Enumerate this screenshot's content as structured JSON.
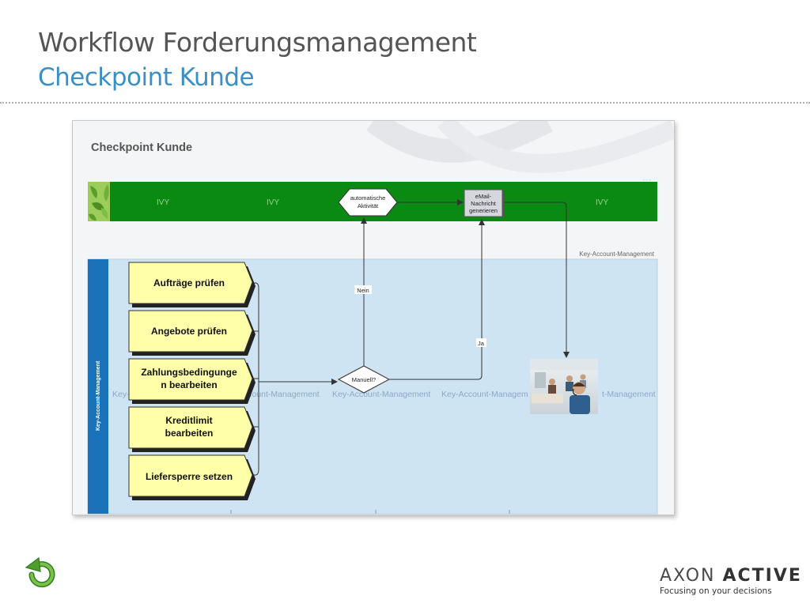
{
  "slide": {
    "title": "Workflow Forderungsmanagement",
    "subtitle": "Checkpoint Kunde"
  },
  "diagram": {
    "title": "Checkpoint Kunde",
    "tiny_marks": ". . .",
    "top_lane": {
      "labels": [
        "IVY",
        "IVY",
        "IVY"
      ],
      "automatic_activity": {
        "line1": "automatische",
        "line2": "Aktivität"
      },
      "email_box": {
        "line1": "eMail-",
        "line2": "Nachricht",
        "line3": "generieren"
      }
    },
    "lower_lane": {
      "corner_label": "Key-Account-Management",
      "vertical_label": "Key-Account-Management",
      "watermarks": [
        "Key-",
        "ccount-Management",
        "Key-Account-Management",
        "Key-Account-Managem",
        "t-Management"
      ],
      "tasks": [
        {
          "line1": "Aufträge prüfen",
          "line2": ""
        },
        {
          "line1": "Angebote prüfen",
          "line2": ""
        },
        {
          "line1": "Zahlungsbedingunge",
          "line2": "n bearbeiten"
        },
        {
          "line1": "Kreditlimit",
          "line2": "bearbeiten"
        },
        {
          "line1": "Liefersperre setzen",
          "line2": ""
        }
      ],
      "decision": "Manuell?",
      "edge_no": "Nein",
      "edge_yes": "Ja",
      "photo_icon": "call-center-photo"
    }
  },
  "footer": {
    "back_icon": "back-arrow-icon",
    "logo_part1": "AXON",
    "logo_part2": "ACTIVE",
    "logo_tagline": "Focusing on your decisions"
  },
  "colors": {
    "title": "#555555",
    "subtitle": "#3a8fc7",
    "green_lane": "#0a8a12",
    "blue_lane": "#cfe4f2",
    "lane_bar": "#1a73b8",
    "task_fill": "#ffffaa",
    "logo_text": "#4a4a4a"
  }
}
